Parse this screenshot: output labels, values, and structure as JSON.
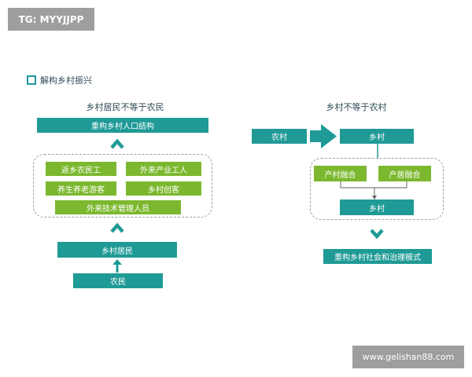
{
  "watermark_top": "TG: MYYJJPP",
  "watermark_bottom": "www.gelishan88.com",
  "section_title": "解构乡村振兴",
  "left": {
    "title": "乡村居民不等于农民",
    "top_box": "重构乡村人口结构",
    "items": [
      "返乡农民工",
      "外来产业工人",
      "养生养老游客",
      "乡村创客",
      "外来技术管理人员"
    ],
    "middle_box": "乡村居民",
    "bottom_box": "农民"
  },
  "right": {
    "title": "乡村不等于农村",
    "source_box": "农村",
    "target_box": "乡村",
    "items": [
      "产村融合",
      "产居融合"
    ],
    "inner_box": "乡村",
    "result_box": "重构乡村社会和治理模式"
  },
  "colors": {
    "teal": "#1f9a96",
    "green": "#7cb82f",
    "dash": "#8fa4ad"
  }
}
